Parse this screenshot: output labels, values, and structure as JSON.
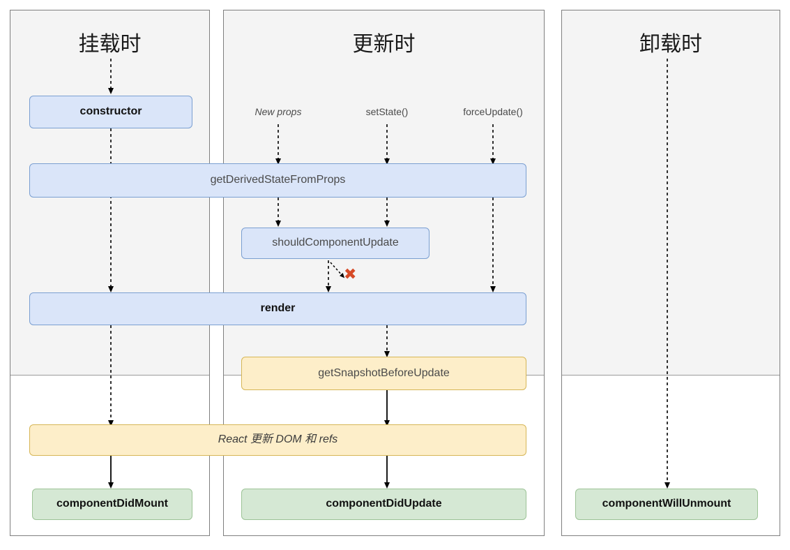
{
  "diagram": {
    "title_implicit": "React Component Lifecycle",
    "colors": {
      "blue_fill": "#dae5f9",
      "blue_stroke": "#7a9fd1",
      "yellow_fill": "#fdeec9",
      "yellow_stroke": "#d6b656",
      "green_fill": "#d5e8d4",
      "green_stroke": "#9cc396",
      "phase_top_bg": "#f4f4f4",
      "phase_bottom_bg": "#ffffff",
      "panel_border": "#7f7f7f",
      "x_mark": "#d64a27"
    }
  },
  "columns": [
    {
      "id": "mounting",
      "title": "挂载时",
      "nodes": [
        {
          "id": "constructor",
          "label": "constructor",
          "style": "blue bold"
        },
        {
          "id": "render-mount",
          "label": "render",
          "style": "blue bold"
        },
        {
          "id": "react-dom",
          "label": "React 更新 DOM 和 refs",
          "style": "yellow italic"
        },
        {
          "id": "componentDidMount",
          "label": "componentDidMount",
          "style": "green bold"
        }
      ]
    },
    {
      "id": "updating",
      "title": "更新时",
      "triggers": [
        {
          "id": "new-props",
          "label": "New props",
          "style": "italic"
        },
        {
          "id": "set-state",
          "label": "setState()",
          "style": "normal"
        },
        {
          "id": "force-update",
          "label": "forceUpdate()",
          "style": "normal"
        }
      ],
      "nodes": [
        {
          "id": "getDerivedStateFromProps",
          "label": "getDerivedStateFromProps",
          "style": "blue"
        },
        {
          "id": "shouldComponentUpdate",
          "label": "shouldComponentUpdate",
          "style": "blue"
        },
        {
          "id": "render-update",
          "label": "render",
          "style": "blue bold"
        },
        {
          "id": "getSnapshotBeforeUpdate",
          "label": "getSnapshotBeforeUpdate",
          "style": "yellow"
        },
        {
          "id": "react-dom-update",
          "label": "React 更新 DOM 和 refs",
          "style": "yellow italic"
        },
        {
          "id": "componentDidUpdate",
          "label": "componentDidUpdate",
          "style": "green bold"
        }
      ],
      "annotations": [
        {
          "id": "skip-render",
          "symbol": "✖",
          "meaning": "skip render when shouldComponentUpdate returns false"
        }
      ]
    },
    {
      "id": "unmounting",
      "title": "卸载时",
      "nodes": [
        {
          "id": "componentWillUnmount",
          "label": "componentWillUnmount",
          "style": "green bold"
        }
      ]
    }
  ]
}
